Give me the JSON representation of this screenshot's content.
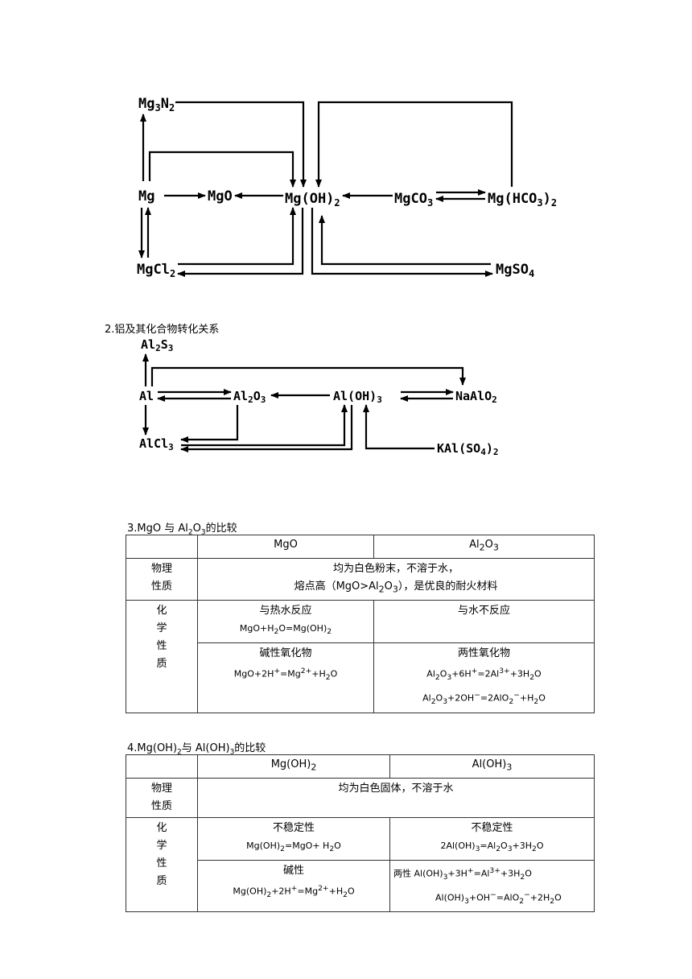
{
  "mg_diagram": {
    "mg3n2": "Mg3N2",
    "mg": "Mg",
    "mgo": "MgO",
    "mgoh2": "Mg(OH)2",
    "mgco3": "MgCO3",
    "mghco32": "Mg(HCO3)2",
    "mgcl2": "MgCl2",
    "mgso4": "MgSO4"
  },
  "section2_title": "2.铝及其化合物转化关系",
  "al_diagram": {
    "al2s3": "Al2S3",
    "al": "Al",
    "al2o3": "Al2O3",
    "aloh3": "Al(OH)3",
    "naalo2": "NaAlO2",
    "alcl3": "AlCl3",
    "kalso42": "KAl(SO4)2"
  },
  "section3": {
    "title": "3.MgO 与 Al2O3的比较",
    "col1": "MgO",
    "col2": "Al2O3",
    "phys_label_1": "物理",
    "phys_label_2": "性质",
    "phys_line1": "均为白色粉末，不溶于水，",
    "phys_line2": "熔点高（MgO>Al2O3），是优良的耐火材料",
    "chem_label": [
      "化",
      "学",
      "性",
      "质"
    ],
    "mgo_react_title": "与热水反应",
    "mgo_react_eq": "MgO+H2O=Mg(OH)2",
    "al2o3_react_title": "与水不反应",
    "mgo_type": "碱性氧化物",
    "mgo_type_eq": "MgO+2H+=Mg2++H2O",
    "al2o3_type": "两性氧化物",
    "al2o3_eq1": "Al2O3+6H+=2Al3++3H2O",
    "al2o3_eq2": "Al2O3+2OH−=2AlO2−+H2O"
  },
  "section4": {
    "title": "4.Mg(OH)2与 Al(OH)3的比较",
    "col1": "Mg(OH)2",
    "col2": "Al(OH)3",
    "phys_label_1": "物理",
    "phys_label_2": "性质",
    "phys_line": "均为白色固体，不溶于水",
    "chem_label": [
      "化",
      "学",
      "性",
      "质"
    ],
    "mg_stab": "不稳定性",
    "mg_stab_eq": "Mg(OH)2=MgO+ H2O",
    "al_stab": "不稳定性",
    "al_stab_eq": "2Al(OH)3=Al2O3+3H2O",
    "mg_base": "碱性",
    "mg_base_eq": "Mg(OH)2+2H+=Mg2++H2O",
    "al_amph_eq1": "两性 Al(OH)3+3H+=Al3++3H2O",
    "al_amph_eq2": "Al(OH)3+OH−=AlO2−+2H2O"
  }
}
